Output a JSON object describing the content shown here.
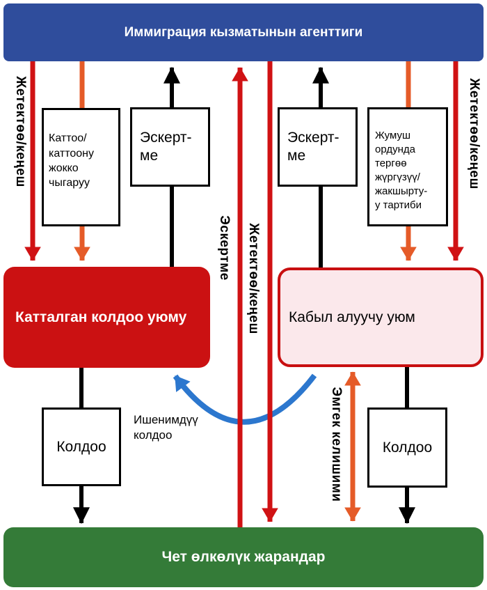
{
  "colors": {
    "banner-blue": "#2f4d9c",
    "banner-green": "#347b38",
    "box-red": "#cb1112",
    "pink-fill": "#fbe8eb",
    "pink-border": "#c80f10",
    "arrow-red": "#d01214",
    "arrow-orange": "#e55b28",
    "arrow-black": "#000000",
    "arrow-blue": "#2c77ce"
  },
  "nodes": {
    "agency": {
      "label": "Иммиграция кызматынын агенттиги"
    },
    "foreign_citizens": {
      "label": "Чет өлкөлүк жарандар"
    },
    "registered_support_org": {
      "label": "Катталган колдоо уюму"
    },
    "receiving_org": {
      "label": "Кабыл алуучу уюм"
    },
    "registration": {
      "label": "Каттоо/\nкаттоону\nжокко\nчыгаруу"
    },
    "notice_left": {
      "label": "Эскерт-\nме"
    },
    "notice_right": {
      "label": "Эскерт-\nме"
    },
    "workplace_procedure": {
      "label": "Жумуш\nордунда\nтергөө\nжүргүзүү/\nжакшырту-\nу тартиби"
    },
    "support_left": {
      "label": "Колдоо"
    },
    "support_right": {
      "label": "Колдоо"
    }
  },
  "edge_labels": {
    "guidance_left": "Жетектөө/кеңеш",
    "notice_vertical": "Эскертме",
    "guidance_mid": "Жетектөө/кеңеш",
    "labor_contract": "Эмгек келишими",
    "guidance_right": "Жетектөө/кеңеш",
    "trusted_support": "Ишенимдүү\nколдоо"
  }
}
